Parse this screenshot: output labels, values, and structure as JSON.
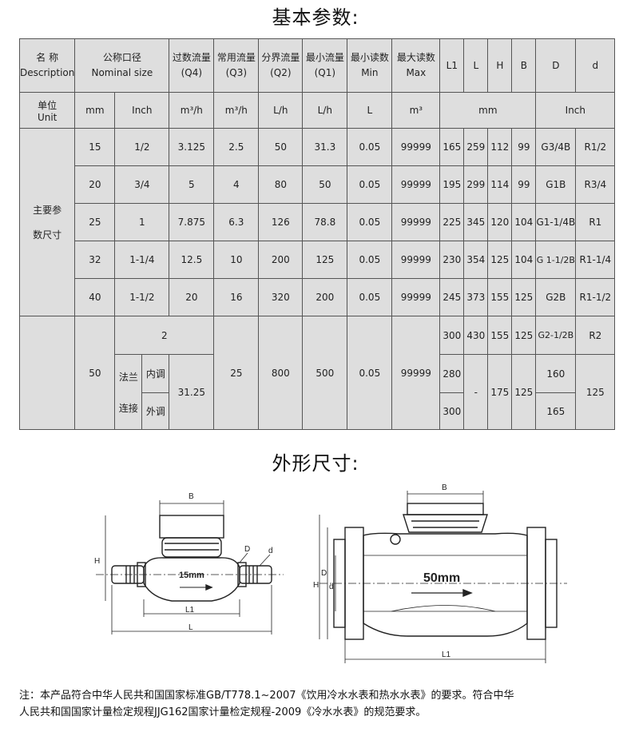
{
  "titles": {
    "params": "基本参数:",
    "outline": "外形尺寸:"
  },
  "header": {
    "name_cn": "名 称",
    "name_en": "Description",
    "size_cn": "公称口径",
    "size_en": "Nominal size",
    "q4_cn": "过数流量",
    "q4_en": "(Q4)",
    "q3_cn": "常用流量",
    "q3_en": "(Q3)",
    "q2_cn": "分界流量",
    "q2_en": "(Q2)",
    "q1_cn": "最小流量",
    "q1_en": "(Q1)",
    "min_cn": "最小读数",
    "min_en": "Min",
    "max_cn": "最大读数",
    "max_en": "Max",
    "L1": "L1",
    "L": "L",
    "H": "H",
    "B": "B",
    "D": "D",
    "d": "d"
  },
  "units": {
    "label_cn": "单位",
    "label_en": "Unit",
    "mm": "mm",
    "inch": "Inch",
    "q4": "m³/h",
    "q3": "m³/h",
    "q2": "L/h",
    "q1": "L/h",
    "min": "L",
    "max": "m³",
    "dims_mm": "mm",
    "dims_inch": "Inch"
  },
  "main_label": {
    "line1": "主要参",
    "line2": "数尺寸"
  },
  "rows": [
    {
      "mm": "15",
      "inch": "1/2",
      "q4": "3.125",
      "q3": "2.5",
      "q2": "50",
      "q1": "31.3",
      "min": "0.05",
      "max": "99999",
      "L1": "165",
      "L": "259",
      "H": "112",
      "B": "99",
      "D": "G3/4B",
      "d": "R1/2"
    },
    {
      "mm": "20",
      "inch": "3/4",
      "q4": "5",
      "q3": "4",
      "q2": "80",
      "q1": "50",
      "min": "0.05",
      "max": "99999",
      "L1": "195",
      "L": "299",
      "H": "114",
      "B": "99",
      "D": "G1B",
      "d": "R3/4"
    },
    {
      "mm": "25",
      "inch": "1",
      "q4": "7.875",
      "q3": "6.3",
      "q2": "126",
      "q1": "78.8",
      "min": "0.05",
      "max": "99999",
      "L1": "225",
      "L": "345",
      "H": "120",
      "B": "104",
      "D": "G1-1/4B",
      "d": "R1"
    },
    {
      "mm": "32",
      "inch": "1-1/4",
      "q4": "12.5",
      "q3": "10",
      "q2": "200",
      "q1": "125",
      "min": "0.05",
      "max": "99999",
      "L1": "230",
      "L": "354",
      "H": "125",
      "B": "104",
      "D": "G 1-1/2B",
      "d": "R1-1/4"
    },
    {
      "mm": "40",
      "inch": "1-1/2",
      "q4": "20",
      "q3": "16",
      "q2": "320",
      "q1": "200",
      "min": "0.05",
      "max": "99999",
      "L1": "245",
      "L": "373",
      "H": "155",
      "B": "125",
      "D": "G2B",
      "d": "R1-1/2"
    }
  ],
  "row50": {
    "mm": "50",
    "inch": "2",
    "flange_a": "法兰",
    "flange_b": "连接",
    "inner": "内调",
    "outer": "外调",
    "q4": "31.25",
    "q3": "25",
    "q2": "800",
    "q1": "500",
    "min": "0.05",
    "max": "99999",
    "L1_a": "300",
    "L_a": "430",
    "H_a": "155",
    "B_a": "125",
    "D_a": "G2-1/2B",
    "d_a": "R2",
    "L1_b": "280",
    "L1_c": "300",
    "L_b": "-",
    "H_b": "175",
    "B_b": "125",
    "D_b": "160",
    "D_c": "165",
    "d_b": "125"
  },
  "drawing": {
    "left_labels": {
      "B": "B",
      "D": "D",
      "d": "d",
      "H": "H",
      "L1": "L1",
      "L": "L",
      "size": "15mm"
    },
    "right_labels": {
      "B": "B",
      "H": "H",
      "D": "D",
      "d": "d",
      "L1": "L1",
      "size": "50mm"
    }
  },
  "note": {
    "line1": "注：本产品符合中华人民共和国国家标准GB/T778.1~2007《饮用冷水水表和热水水表》的要求。符合中华",
    "line2": "人民共和国国家计量检定规程JJG162国家计量检定规程-2009《冷水水表》的规范要求。"
  }
}
